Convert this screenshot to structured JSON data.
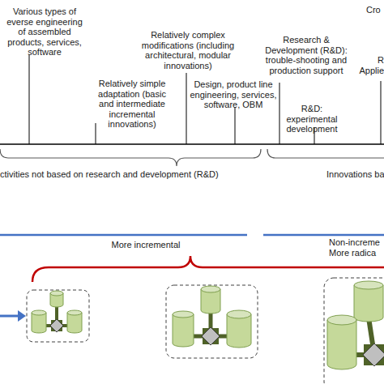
{
  "diagram": {
    "labels": [
      "Various types of everse engineering of assembled products, services, software",
      "Relatively simple adaptation (basic and intermediate incremental innovations)",
      "Relatively complex modifications (including architectural, modular innovations)",
      "Design, product line engineering, services, software, OBM",
      "Research & Development (R&D): trouble-shooting and production support",
      "R&D: experimental development",
      "Cro",
      "R Applie",
      "ctivities not based on research and development (R&D)",
      "Innovations ba",
      "More incremental",
      "Non-increme More radica"
    ]
  }
}
